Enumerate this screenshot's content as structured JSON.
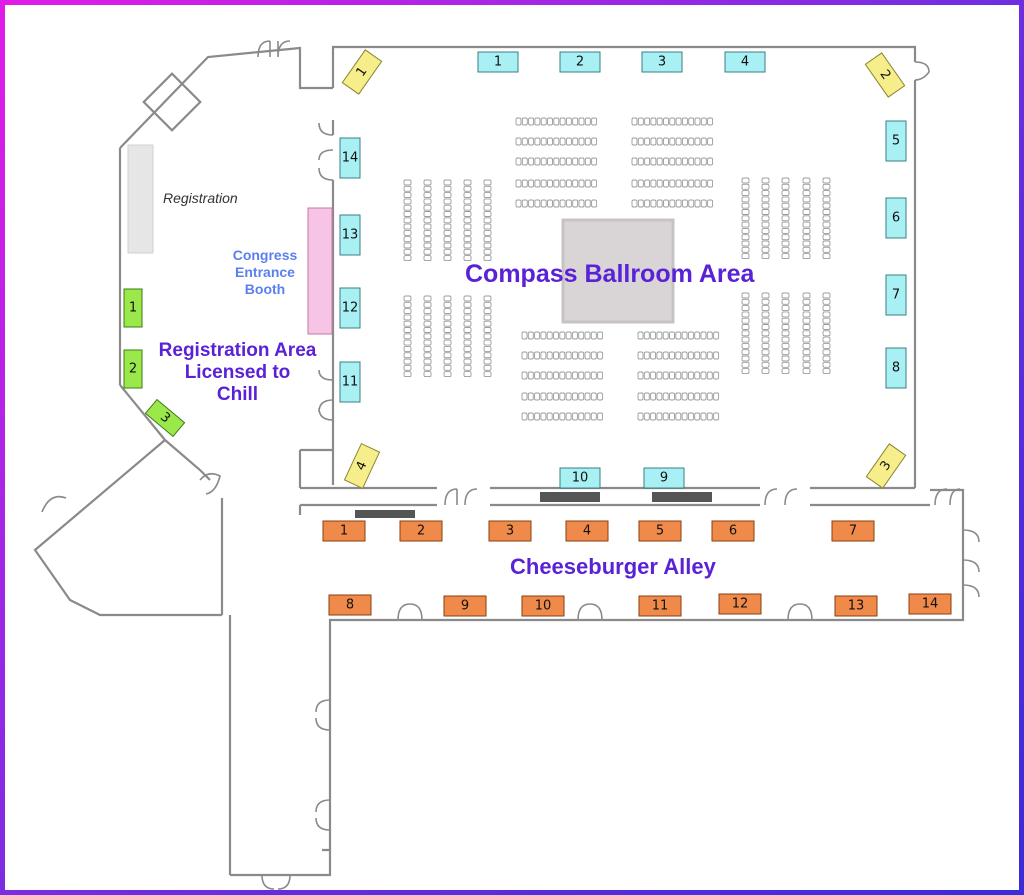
{
  "labels": {
    "ballroom": "Compass Ballroom Area",
    "alley": "Cheeseburger Alley",
    "registration_area": [
      "Registration Area",
      "Licensed to",
      "Chill"
    ],
    "registration": "Registration",
    "congress_booth": [
      "Congress",
      "Entrance",
      "Booth"
    ]
  },
  "colors": {
    "frame_gradient": [
      "#e21ce8",
      "#3b2bd8"
    ],
    "area_label": "#5a22d6",
    "congress_label": "#5b7ff0",
    "ballroom_booth": "#a8f0f4",
    "corner_booth": "#f6ee8a",
    "registration_booth": "#9be84a",
    "alley_booth": "#f08a4a",
    "congress_booth": "#f7c4e6",
    "registration_desk": "#e6e6e6",
    "stage": "#d9d5d6"
  },
  "booths": {
    "ballroom": [
      "1",
      "2",
      "3",
      "4",
      "5",
      "6",
      "7",
      "8",
      "9",
      "10",
      "11",
      "12",
      "13",
      "14"
    ],
    "ballroom_corners": [
      "1",
      "2",
      "3",
      "4"
    ],
    "registration": [
      "1",
      "2",
      "3"
    ],
    "alley": [
      "1",
      "2",
      "3",
      "4",
      "5",
      "6",
      "7",
      "8",
      "9",
      "10",
      "11",
      "12",
      "13",
      "14"
    ]
  },
  "icons": [
    "door-icon"
  ]
}
